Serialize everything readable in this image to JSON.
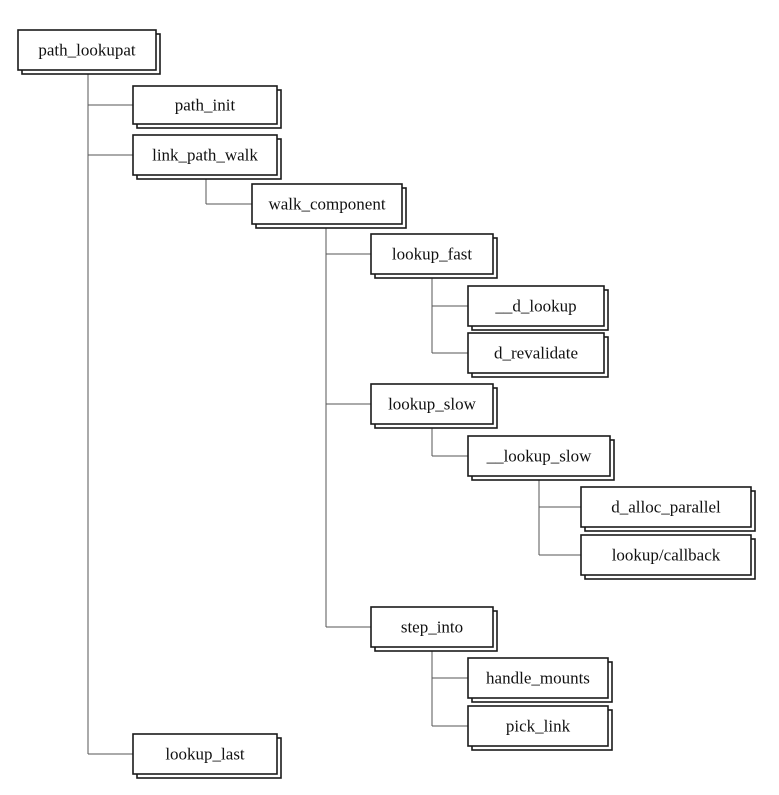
{
  "nodes": [
    {
      "id": "path_lookupat",
      "label": "path_lookupat",
      "parent": null
    },
    {
      "id": "path_init",
      "label": "path_init",
      "parent": "path_lookupat"
    },
    {
      "id": "link_path_walk",
      "label": "link_path_walk",
      "parent": "path_lookupat"
    },
    {
      "id": "walk_component",
      "label": "walk_component",
      "parent": "link_path_walk"
    },
    {
      "id": "lookup_fast",
      "label": "lookup_fast",
      "parent": "walk_component"
    },
    {
      "id": "__d_lookup",
      "label": "__d_lookup",
      "parent": "lookup_fast"
    },
    {
      "id": "d_revalidate",
      "label": "d_revalidate",
      "parent": "lookup_fast"
    },
    {
      "id": "lookup_slow",
      "label": "lookup_slow",
      "parent": "walk_component"
    },
    {
      "id": "__lookup_slow",
      "label": "__lookup_slow",
      "parent": "lookup_slow"
    },
    {
      "id": "d_alloc_parallel",
      "label": "d_alloc_parallel",
      "parent": "__lookup_slow"
    },
    {
      "id": "lookup_callback",
      "label": "lookup/callback",
      "parent": "__lookup_slow"
    },
    {
      "id": "step_into",
      "label": "step_into",
      "parent": "walk_component"
    },
    {
      "id": "handle_mounts",
      "label": "handle_mounts",
      "parent": "step_into"
    },
    {
      "id": "pick_link",
      "label": "pick_link",
      "parent": "step_into"
    },
    {
      "id": "lookup_last",
      "label": "lookup_last",
      "parent": "path_lookupat"
    }
  ]
}
